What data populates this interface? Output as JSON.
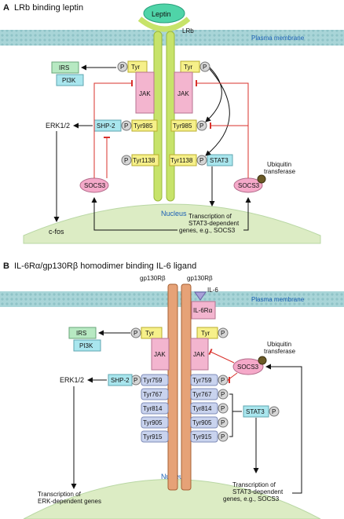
{
  "colors": {
    "membrane": "#a9d5d8",
    "membrane_dot": "#8fc3c7",
    "nucleus": "#dcecc4",
    "receptor_green": "#c7e36a",
    "leptin": "#4fd4a8",
    "jak_pink": "#f3b5cf",
    "tyr_yellow": "#f6f08a",
    "shp2_cyan": "#a9e6ee",
    "irs_green": "#b7e9c2",
    "socs_pink": "#f5a9c9",
    "gp130_orange": "#e6a277",
    "tyr_lavender": "#c9d3ee",
    "inhibit_red": "#d9302b",
    "membrane_label": "#1a5fb4"
  },
  "panelA": {
    "letter": "A",
    "title": "LRb binding leptin",
    "ligand": "Leptin",
    "receptor": "LRb",
    "membrane": "Plasma membrane",
    "nucleus": "Nucleus",
    "jak": "JAK",
    "tyr": "Tyr",
    "tyr985": "Tyr985",
    "tyr1138": "Tyr1138",
    "p": "P",
    "irs": "IRS",
    "pi3k": "PI3K",
    "shp2": "SHP-2",
    "stat3": "STAT3",
    "erk": "ERK1/2",
    "socs3": "SOCS3",
    "cfos": "c-fos",
    "ubiquitin": [
      "Ubiquitin",
      "transferase"
    ],
    "transcription": [
      "Transcription of",
      "STAT3-dependent",
      "genes, e.g., SOCS3"
    ]
  },
  "panelB": {
    "letter": "B",
    "title": "IL-6Rα/gp130Rβ homodimer binding IL-6 ligand",
    "gp130_left": "gp130Rβ",
    "gp130_right": "gp130Rβ",
    "il6": "IL-6",
    "il6ra": "IL-6Rα",
    "membrane": "Plasma membrane",
    "nucleus": "Nucleus",
    "jak": "JAK",
    "tyr": "Tyr",
    "p": "P",
    "irs": "IRS",
    "pi3k": "PI3K",
    "shp2": "SHP-2",
    "stat3": "STAT3",
    "erk": "ERK1/2",
    "socs3": "SOCS3",
    "tyrs": [
      "Tyr759",
      "Tyr767",
      "Tyr814",
      "Tyr905",
      "Tyr915"
    ],
    "ubiquitin": [
      "Ubiquitin",
      "transferase"
    ],
    "transcription_erk": [
      "Transcription of",
      "ERK-dependent genes"
    ],
    "transcription_stat3": [
      "Transcription of",
      "STAT3-dependent",
      "genes, e.g., SOCS3"
    ]
  }
}
